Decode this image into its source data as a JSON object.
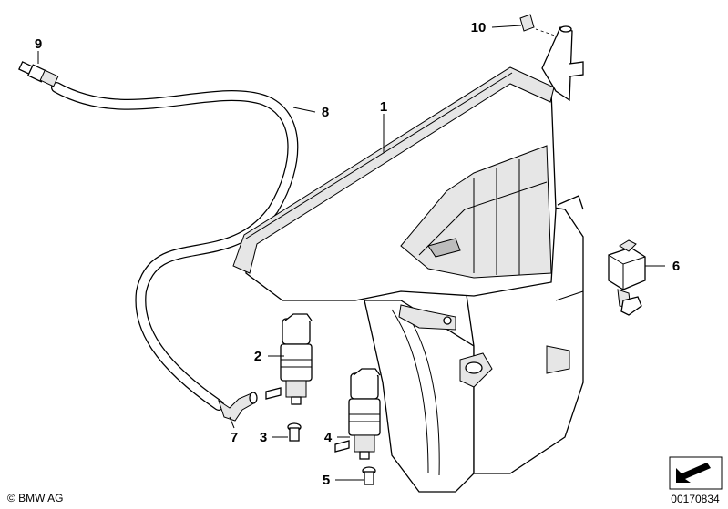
{
  "callouts": [
    {
      "id": "1",
      "label": "1"
    },
    {
      "id": "2",
      "label": "2"
    },
    {
      "id": "3",
      "label": "3"
    },
    {
      "id": "4",
      "label": "4"
    },
    {
      "id": "5",
      "label": "5"
    },
    {
      "id": "6",
      "label": "6"
    },
    {
      "id": "7",
      "label": "7"
    },
    {
      "id": "8",
      "label": "8"
    },
    {
      "id": "9",
      "label": "9"
    },
    {
      "id": "10",
      "label": "10"
    }
  ],
  "footer": {
    "copyright": "© BMW AG",
    "diagram_number": "00170834"
  },
  "icons": {
    "direction_indicator": "arrow-icon"
  }
}
